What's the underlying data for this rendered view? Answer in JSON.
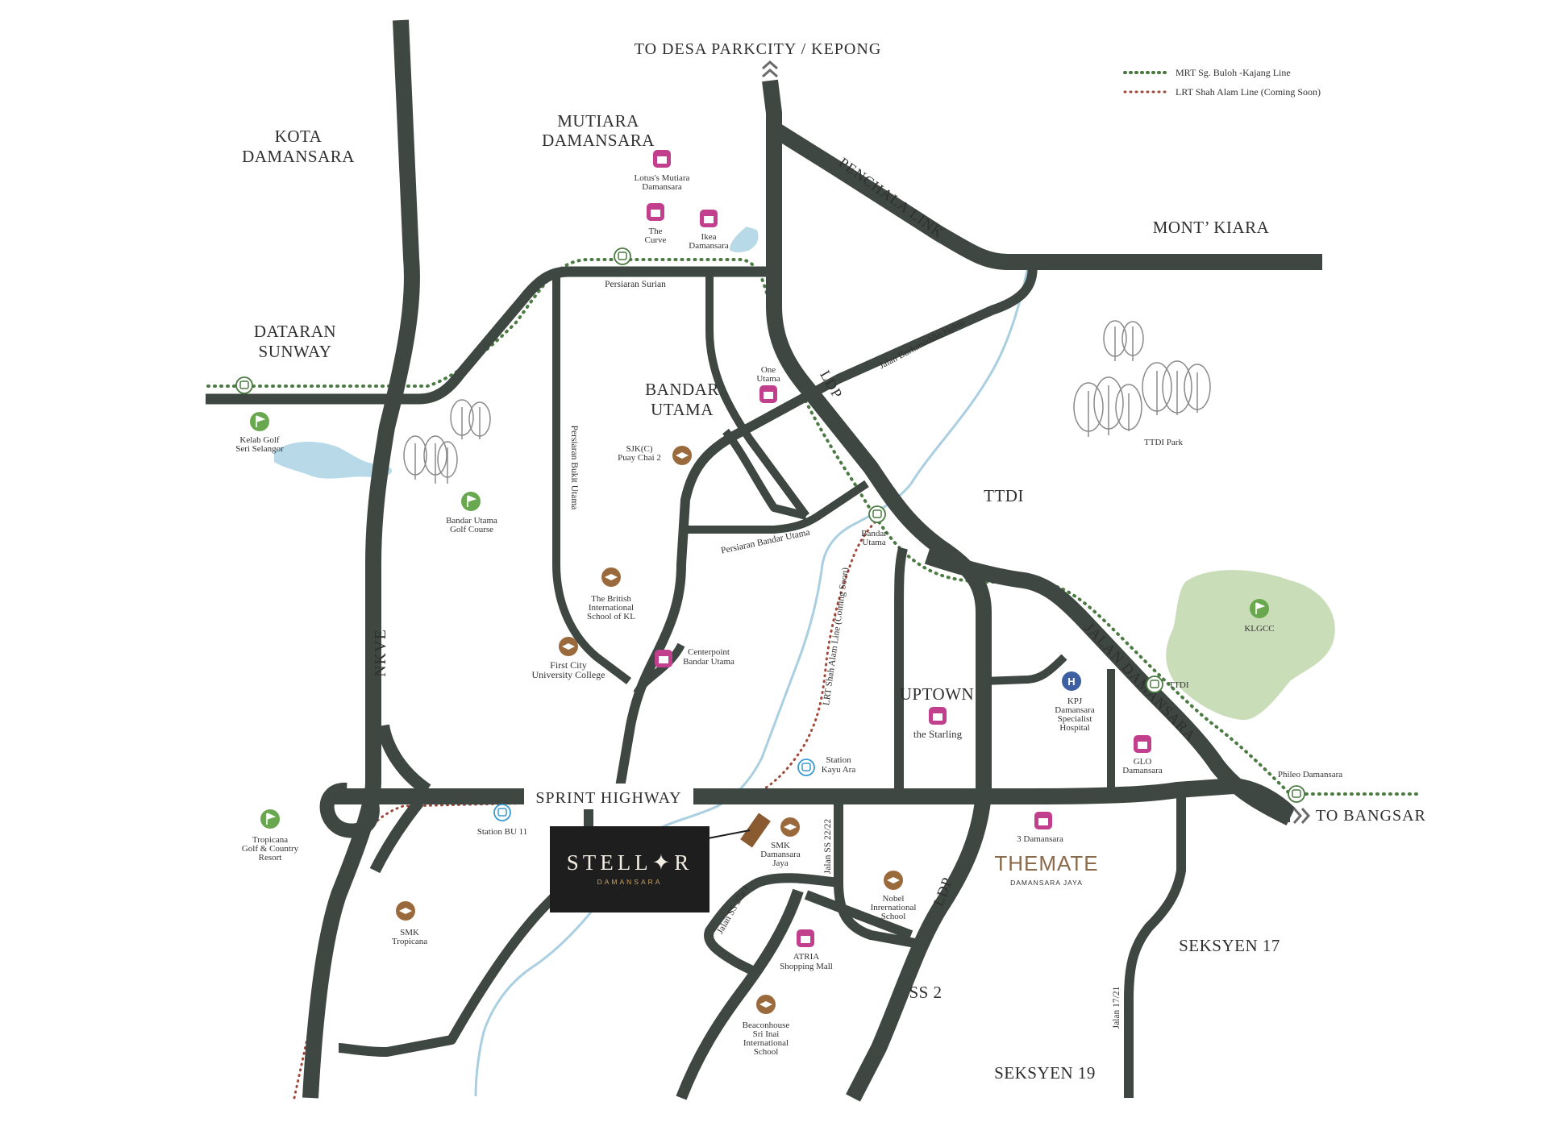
{
  "colors": {
    "road": "#3f4742",
    "river": "#a9cfe0",
    "lake": "#b7d9e8",
    "park": "#c9ddb9",
    "mrt": "#4b7a43",
    "lrt": "#a0483a",
    "shopping": "#c23f8d",
    "school": "#9b6a3c",
    "golf": "#6aa84f",
    "hospital": "#3f5fa3",
    "station_transit": "#4b7a43",
    "station_lrt": "#3a9ad1",
    "stellar_box": "#1e1e1e",
    "themate": "#8a6a4a",
    "project_marker": "#8a5a30"
  },
  "icons": {
    "shopping": "shopping-bag-icon",
    "school": "graduation-cap-icon",
    "golf": "golf-flag-icon",
    "hospital": "hospital-icon",
    "train": "train-icon",
    "arrow": "double-chevron-icon",
    "tree": "tree-icon"
  },
  "legend": {
    "mrt": "MRT Sg. Buloh -Kajang Line",
    "lrt": "LRT Shah Alam Line (Coming Soon)"
  },
  "directions": {
    "north": "TO DESA PARKCITY / KEPONG",
    "east": "TO BANGSAR"
  },
  "areas": {
    "kota_1": "KOTA",
    "kota_2": "DAMANSARA",
    "mutiara_1": "MUTIARA",
    "mutiara_2": "DAMANSARA",
    "dataran_1": "DATARAN",
    "dataran_2": "SUNWAY",
    "bandar_1": "BANDAR",
    "bandar_2": "UTAMA",
    "mont_kiara": "MONT’ KIARA",
    "ttdi": "TTDI",
    "seksyen17": "SEKSYEN 17",
    "seksyen19": "SEKSYEN 19",
    "ss2": "SS 2",
    "uptown": "UPTOWN"
  },
  "roads": {
    "nkve": "NKVE",
    "sprint": "SPRINT HIGHWAY",
    "ldp_north": "LDP",
    "ldp_south": "LDP",
    "penchala": "PENCHALA LINK",
    "jalan_damansara": "JALAN DAMANSARA"
  },
  "streets": {
    "persiaran_surian": "Persiaran Surian",
    "persiaran_bukit_utama": "Persiaran Bukit Utama",
    "persiaran_bandar_utama": "Persiaran Bandar Utama",
    "burhanuddin": "Jalan Burhanuddin Helmi",
    "lrt_line_label": "LRT Shah Alam Line (Coming Soon)",
    "ss22_22": "Jalan SS 22/22",
    "ss22a_1": "Jalan SS 22a/1",
    "jalan_17_21": "Jalan 17/21"
  },
  "pois": {
    "lotus_1": "Lotus's Mutiara",
    "lotus_2": "Damansara",
    "curve_1": "The",
    "curve_2": "Curve",
    "ikea_1": "Ikea",
    "ikea_2": "Damansara",
    "one_utama_1": "One",
    "one_utama_2": "Utama",
    "sjkc_1": "SJK(C)",
    "sjkc_2": "Puay Chai 2",
    "kelab_golf_1": "Kelab Golf",
    "kelab_golf_2": "Seri Selangor",
    "bu_golf_1": "Bandar Utama",
    "bu_golf_2": "Golf Course",
    "british_1": "The British",
    "british_2": "International",
    "british_3": "School of KL",
    "first_city_1": "First City",
    "first_city_2": "University College",
    "centerpoint_1": "Centerpoint",
    "centerpoint_2": "Bandar Utama",
    "ttdi_park": "TTDI Park",
    "klgcc": "KLGCC",
    "kpj_1": "KPJ",
    "kpj_2": "Damansara",
    "kpj_3": "Specialist",
    "kpj_4": "Hospital",
    "glo_1": "GLO",
    "glo_2": "Damansara",
    "starling": "the Starling",
    "tropicana_golf_1": "Tropicana",
    "tropicana_golf_2": "Golf & Country",
    "tropicana_golf_3": "Resort",
    "smk_tropicana_1": "SMK",
    "smk_tropicana_2": "Tropicana",
    "smk_dj_1": "SMK",
    "smk_dj_2": "Damansara",
    "smk_dj_3": "Jaya",
    "three_damansara": "3 Damansara",
    "nobel_1": "Nobel",
    "nobel_2": "Inrernational",
    "nobel_3": "School",
    "atria_1": "ATRIA",
    "atria_2": "Shopping Mall",
    "beaconhouse_1": "Beaconhouse",
    "beaconhouse_2": "Sri Inai",
    "beaconhouse_3": "International",
    "beaconhouse_4": "School"
  },
  "stations": {
    "bandar_utama_1": "Bandar",
    "bandar_utama_2": "Utama",
    "ttdi": "TTDI",
    "phileo": "Phileo Damansara",
    "kayu_ara_1": "Station",
    "kayu_ara_2": "Kayu Ara",
    "bu11": "Station BU 11"
  },
  "projects": {
    "stellar_name": "STELL✦R",
    "stellar_sub": "DAMANSARA",
    "themate_name": "THEMATE",
    "themate_sub": "DAMANSARA JAYA"
  }
}
